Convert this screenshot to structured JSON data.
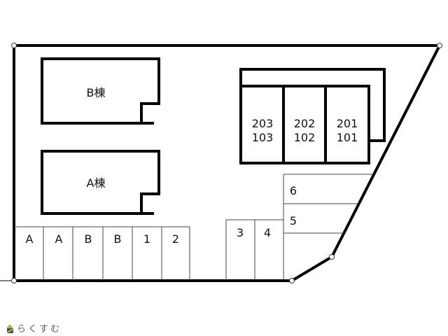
{
  "buildings": {
    "b": "B棟",
    "a": "A棟"
  },
  "units": [
    {
      "upper": "203",
      "lower": "103"
    },
    {
      "upper": "202",
      "lower": "102"
    },
    {
      "upper": "201",
      "lower": "101"
    }
  ],
  "parking_row": [
    "A",
    "A",
    "B",
    "B",
    "1",
    "2"
  ],
  "parking_pair": [
    "3",
    "4"
  ],
  "parking_side": [
    "6",
    "5"
  ],
  "logo": {
    "text": "らくすむ"
  },
  "colors": {
    "line": "#000000",
    "logo_green": "#9ac23c",
    "logo_brown": "#6b4a3a"
  }
}
